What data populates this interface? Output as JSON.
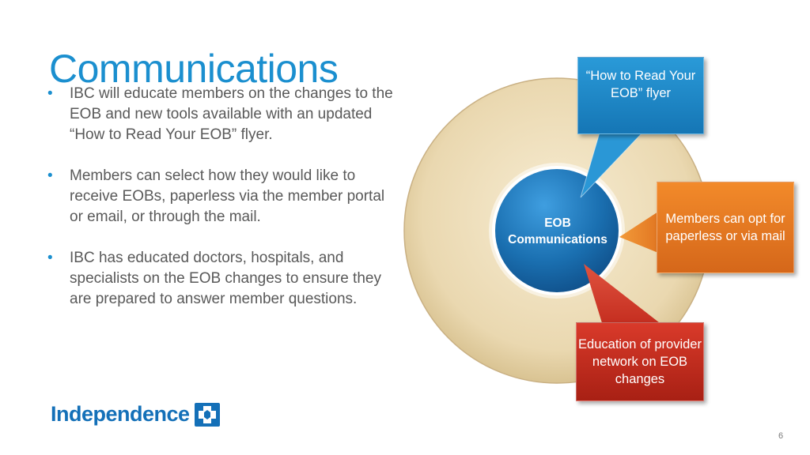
{
  "slide": {
    "title": "Communications",
    "page_number": "6"
  },
  "bullets": [
    "IBC will educate members on the changes to the EOB and new tools available with an updated “How to Read Your EOB” flyer.",
    "Members can select how they would like to receive EOBs, paperless via the member portal or email, or through the mail.",
    "IBC has educated doctors, hospitals, and specialists on the EOB changes to ensure they are prepared to answer member questions."
  ],
  "diagram": {
    "center_line1": "EOB",
    "center_line2": "Communications",
    "callouts": {
      "flyer": "“How to Read Your EOB” flyer",
      "paperless": "Members can opt for paperless or via mail",
      "provider": "Education of provider network on EOB changes"
    }
  },
  "colors": {
    "title": "#1b8fcf",
    "outer_ring": "#ecdcb8",
    "center_circle": "#1a6fb0",
    "callout_blue": "#1f88c9",
    "callout_orange": "#e27722",
    "callout_red": "#c42d1f"
  },
  "logo": {
    "text": "Independence",
    "icon": "cross-shield-icon"
  }
}
